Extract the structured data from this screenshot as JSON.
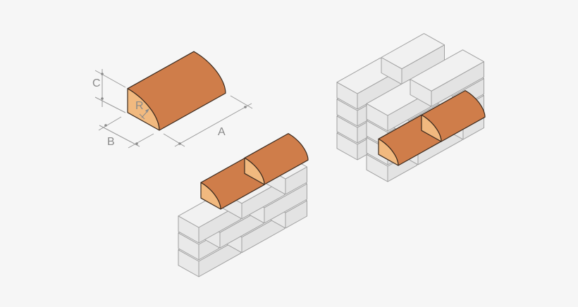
{
  "labels": {
    "a": "A",
    "b": "B",
    "c": "C",
    "r": "R"
  },
  "colors": {
    "background": "#f6f6f6",
    "brick_top": "#cf7d4a",
    "brick_end": "#f1b97f",
    "brick_outline": "#3b2a1e",
    "grey_top": "#f1f1f1",
    "grey_front": "#e3e3e3",
    "grey_end": "#e9e9e9",
    "grey_outline": "#a0a0a0"
  }
}
